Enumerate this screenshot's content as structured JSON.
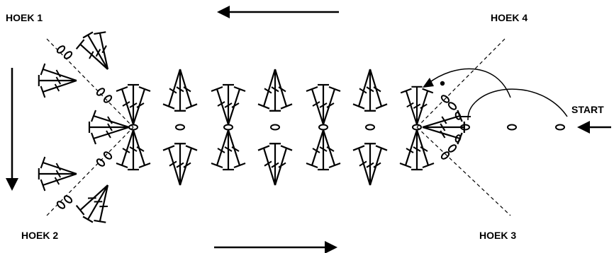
{
  "labels": {
    "hoek1": "HOEK 1",
    "hoek2": "HOEK 2",
    "hoek3": "HOEK 3",
    "hoek4": "HOEK 4",
    "start": "START"
  },
  "colors": {
    "ink": "#000000",
    "background": "#ffffff"
  },
  "icons": {
    "chain_stitch": "oval-chain-icon",
    "treble_stitch": "treble-crochet-icon",
    "slip_stitch": "dot-icon",
    "direction": "arrow-icon"
  }
}
